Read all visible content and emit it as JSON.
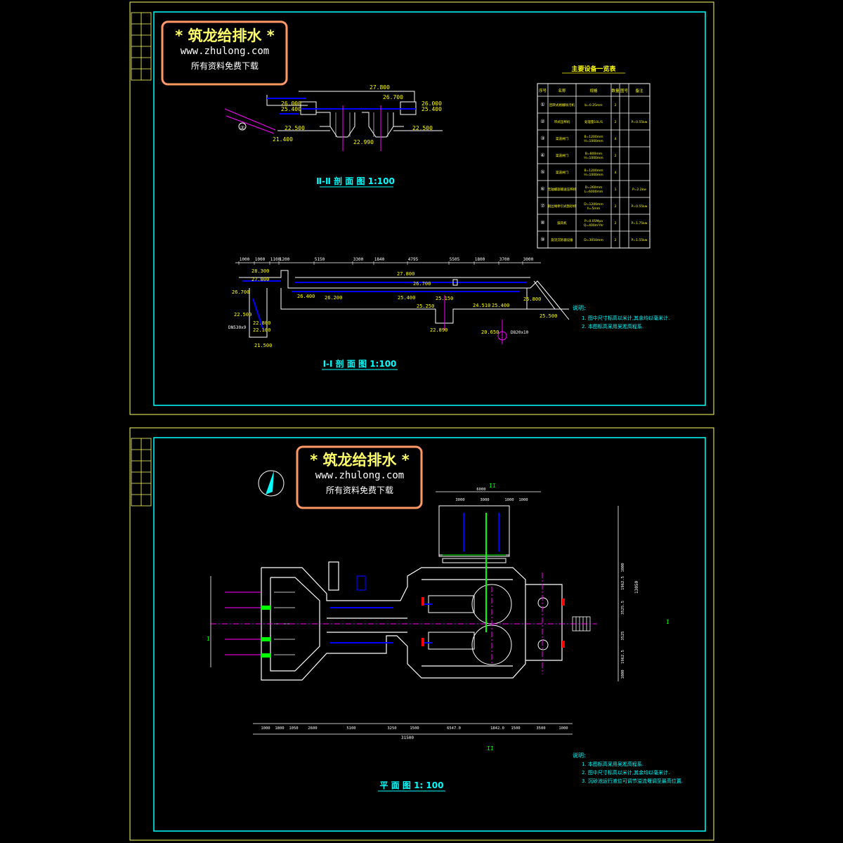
{
  "colors": {
    "frame": "#ffff66",
    "inner": "#00ffff",
    "logo_border": "#ff9966",
    "logo_text": "#ffff66",
    "dim": "#ffffff",
    "elev": "#ffff00",
    "wall": "#ffffff",
    "pipe": "#0000ff",
    "center": "#ff00ff",
    "green": "#00ff00",
    "red": "#ff0000",
    "note": "#00ffff"
  },
  "watermark": {
    "title": "* 筑龙给排水 *",
    "url": "www.zhulong.com",
    "sub": "所有资料免费下载"
  },
  "sheet1": {
    "section2_title": "Ⅱ-Ⅱ 剖 面 图 1:100",
    "section1_title": "I-I 剖 面 图 1:100",
    "section2_elevations": [
      "27.800",
      "26.700",
      "26.000",
      "25.400",
      "26.000",
      "25.400",
      "22.500",
      "22.500",
      "21.400",
      "22.990"
    ],
    "section1_elevations": [
      "28.300",
      "27.800",
      "26.700",
      "26.400",
      "26.200",
      "27.800",
      "26.700",
      "25.400",
      "25.150",
      "25.250",
      "24.510",
      "25.400",
      "25.800",
      "25.500",
      "22.800",
      "22.100",
      "21.500",
      "22.890",
      "20.650",
      "22.500"
    ],
    "section1_dims": [
      "1000",
      "1000",
      "1100",
      "1200",
      "5150",
      "3300",
      "1840",
      "4795",
      "5505",
      "1800",
      "3700",
      "3000"
    ],
    "section1_pipes": [
      "DN530x9",
      "D820x10"
    ],
    "notes_title": "说明:",
    "notes": [
      "1. 图中尺寸标高以米计,其余均以毫米计.",
      "2. 本图标高采用吴淞高程系."
    ],
    "equipment": {
      "title": "主要设备一览表",
      "headers": [
        "序号",
        "名称",
        "规格",
        "数量",
        "图号",
        "备注"
      ],
      "rows": [
        [
          "①",
          "回转式格栅除污机",
          "b=0.25mm",
          "2",
          "",
          ""
        ],
        [
          "②",
          "带式压榨机",
          "处理量10L/S",
          "2",
          "",
          "P=0.55kw"
        ],
        [
          "③",
          "渠道闸门",
          "B=1200mm H=1000mm",
          "4",
          "",
          ""
        ],
        [
          "④",
          "渠道闸门",
          "B=800mm H=1000mm",
          "2",
          "",
          ""
        ],
        [
          "⑤",
          "渠道闸门",
          "B=1200mm H=1000mm",
          "4",
          "",
          ""
        ],
        [
          "⑥",
          "无轴螺旋输送压榨机",
          "D=260mm L=6000mm",
          "1",
          "",
          "P=2.2kw"
        ],
        [
          "⑦",
          "钢丝绳牵引式刮砂机",
          "D=1200mm h=5mm",
          "2",
          "",
          "P=0.55kw"
        ],
        [
          "⑧",
          "鼓风机",
          "P=0.05Mpa Q=400m³/hr",
          "2",
          "",
          "P=1.75kw"
        ],
        [
          "⑨",
          "旋流沉砂器设备",
          "D=3050mm",
          "2",
          "",
          "P=1.55kw"
        ]
      ]
    }
  },
  "sheet2": {
    "plan_title": "平 面 图 1: 100",
    "bottom_dims": [
      "1000",
      "1800",
      "1050",
      "2600",
      "5100",
      "3250",
      "1500",
      "6547.0",
      "1842.0",
      "1500",
      "3500",
      "1000"
    ],
    "total_dim": "31500",
    "right_dims": [
      "1800",
      "1962.5",
      "3525",
      "3525.5",
      "1962.5",
      "1800"
    ],
    "right_total": "13050",
    "top_dims": [
      "6000",
      "3000",
      "3000",
      "1000",
      "1000"
    ],
    "notes_title": "说明:",
    "notes": [
      "1. 本图标高采用吴淞高程系.",
      "2. 图中尺寸标高以米计,其余均以毫米计.",
      "3. 沉砂池运行液位可调节溢流堰调至最高位置."
    ],
    "section_marks": [
      "I",
      "I",
      "II",
      "II"
    ]
  }
}
